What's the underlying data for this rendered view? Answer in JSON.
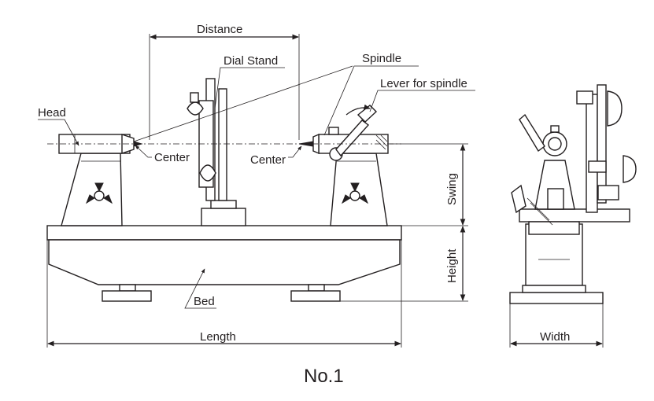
{
  "labels": {
    "distance": "Distance",
    "dial_stand": "Dial Stand",
    "spindle": "Spindle",
    "lever_for_spindle": "Lever for spindle",
    "head": "Head",
    "center_left": "Center",
    "center_right": "Center",
    "swing": "Swing",
    "height": "Height",
    "bed": "Bed",
    "length": "Length",
    "width": "Width"
  },
  "caption": "No.1",
  "colors": {
    "ink": "#231f20",
    "background": "#ffffff"
  }
}
